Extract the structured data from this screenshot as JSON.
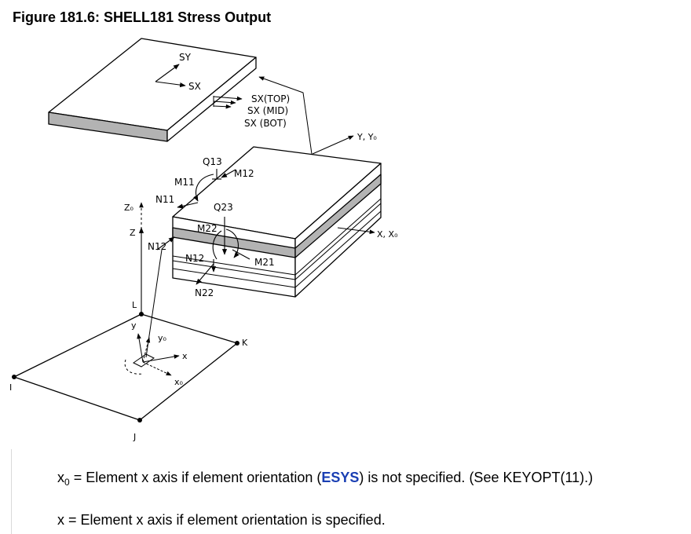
{
  "figure": {
    "title": "Figure 181.6: SHELL181 Stress Output"
  },
  "diagram": {
    "top_plate": {
      "axis_sy": "SY",
      "axis_sx": "SX",
      "sx_top": "SX(TOP)",
      "sx_mid": "SX (MID)",
      "sx_bot": "SX (BOT)"
    },
    "block": {
      "q13": "Q13",
      "m12": "M12",
      "m11": "M11",
      "n11": "N11",
      "q23": "Q23",
      "m22": "M22",
      "n12_left": "N12",
      "n12_inner": "N12",
      "m21": "M21",
      "n22": "N22",
      "axis_y_y0": "Y, Y₀",
      "axis_x_x0": "X, X₀",
      "axis_z0": "Z₀",
      "axis_z": "Z"
    },
    "element": {
      "node_i": "I",
      "node_j": "J",
      "node_k": "K",
      "node_l": "L",
      "axis_y": "y",
      "axis_y0": "y₀",
      "axis_x": "x",
      "axis_x0": "x₀"
    }
  },
  "notes": {
    "note1_var": "x",
    "note1_sub": "0",
    "note1_before": " = Element x axis if element orientation (",
    "note1_link": "ESYS",
    "note1_after": ") is not specified. (See KEYOPT(11).)",
    "note2": "x = Element x axis if element orientation is specified."
  },
  "colors": {
    "accent_link": "#1a3fb3",
    "shade": "#b3b3b3"
  }
}
